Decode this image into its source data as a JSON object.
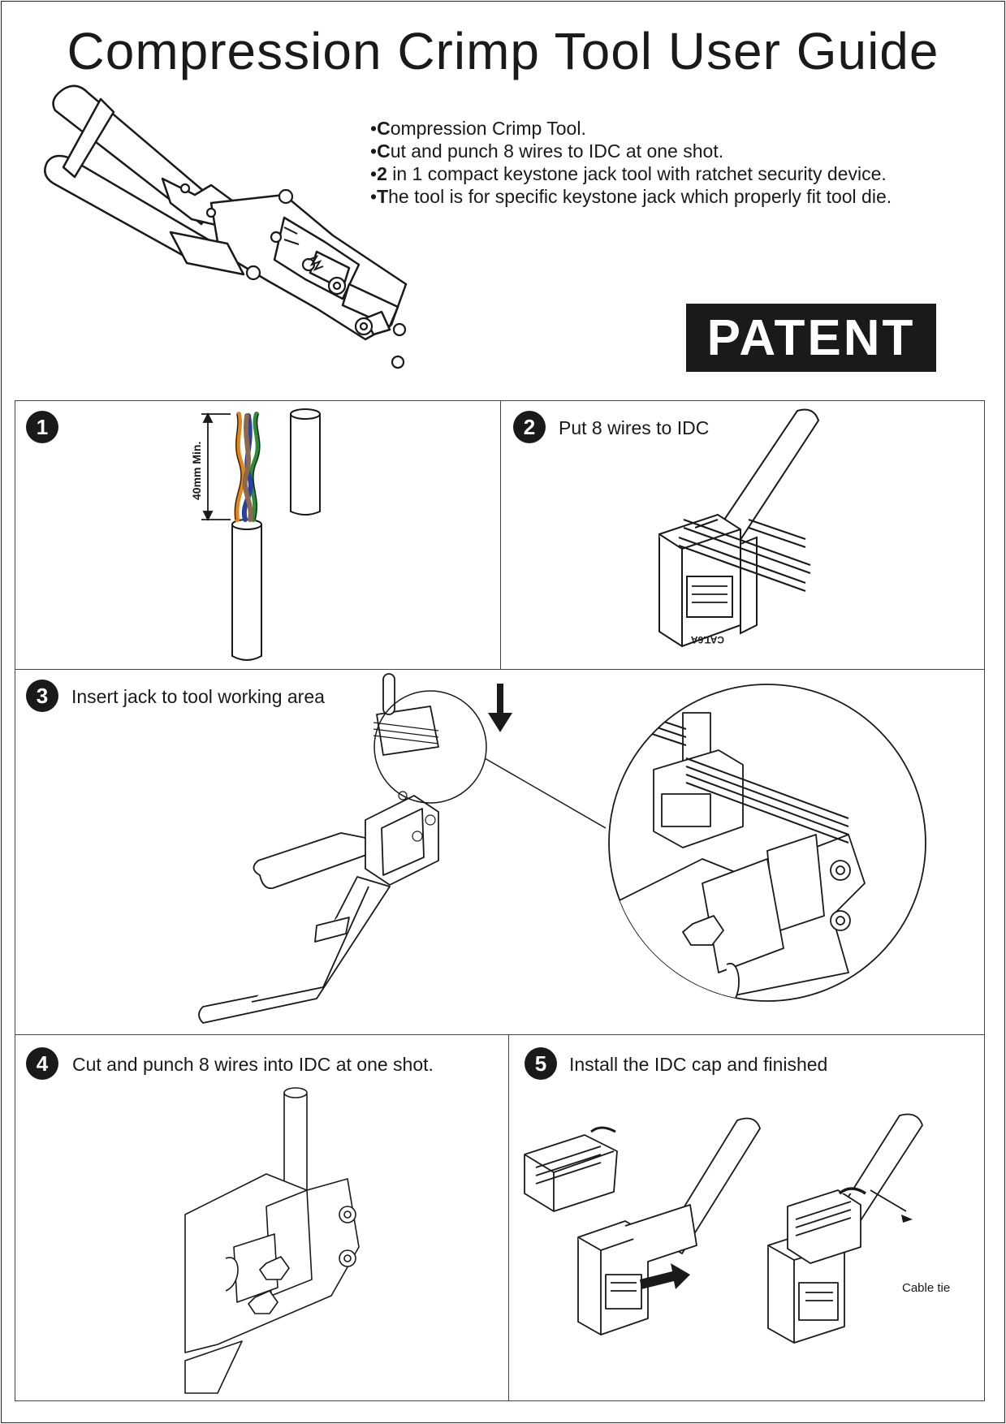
{
  "title": "Compression Crimp Tool User Guide",
  "features": [
    {
      "bold": "C",
      "rest": "ompression Crimp Tool."
    },
    {
      "bold": "C",
      "rest": "ut and punch 8 wires to IDC at one shot."
    },
    {
      "bold": "2",
      "rest": " in 1 compact keystone jack tool with ratchet security device."
    },
    {
      "bold": "T",
      "rest": "he tool is for specific keystone jack which properly fit tool die."
    }
  ],
  "bullet": "•",
  "patent": "PATENT",
  "steps": [
    {
      "number": "1",
      "label": "",
      "dimension": "40mm Min."
    },
    {
      "number": "2",
      "label": "Put 8 wires to IDC"
    },
    {
      "number": "3",
      "label": "Insert jack to tool working area"
    },
    {
      "number": "4",
      "label": "Cut and punch 8 wires into IDC at one shot."
    },
    {
      "number": "5",
      "label": "Install the IDC cap and finished",
      "callout": "Cable tie"
    }
  ],
  "jack_marking": "CAT.6A",
  "colors": {
    "ink": "#1a1a1a",
    "wire_orange": "#e0861a",
    "wire_green": "#2e8b3a",
    "wire_blue": "#2a3fa0",
    "wire_brown": "#8a6a4a"
  }
}
